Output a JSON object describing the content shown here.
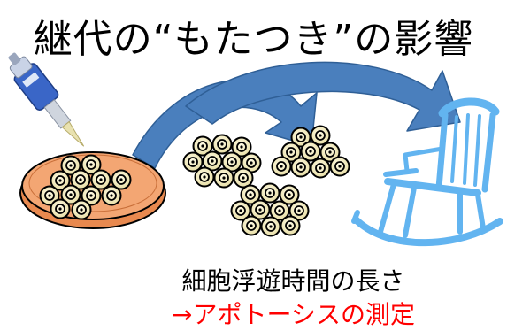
{
  "title": "継代の“もたつき”の影響",
  "caption": {
    "line1": "細胞浮遊時間の長さ",
    "line2": "→アポトーシスの測定"
  },
  "colors": {
    "arrow_fill": "#4a7fbd",
    "arrow_stroke": "#2f5f96",
    "dish_fill": "#f3a673",
    "cell_fill": "#f6f0c8",
    "chair_color": "#62b4f0",
    "pipette_body": "#3a66c7",
    "caption_accent": "#ff0000"
  },
  "icons": [
    "pipette-icon",
    "culture-dish-icon",
    "cell-cluster-icon",
    "rocking-chair-icon",
    "curved-arrow-icon"
  ]
}
